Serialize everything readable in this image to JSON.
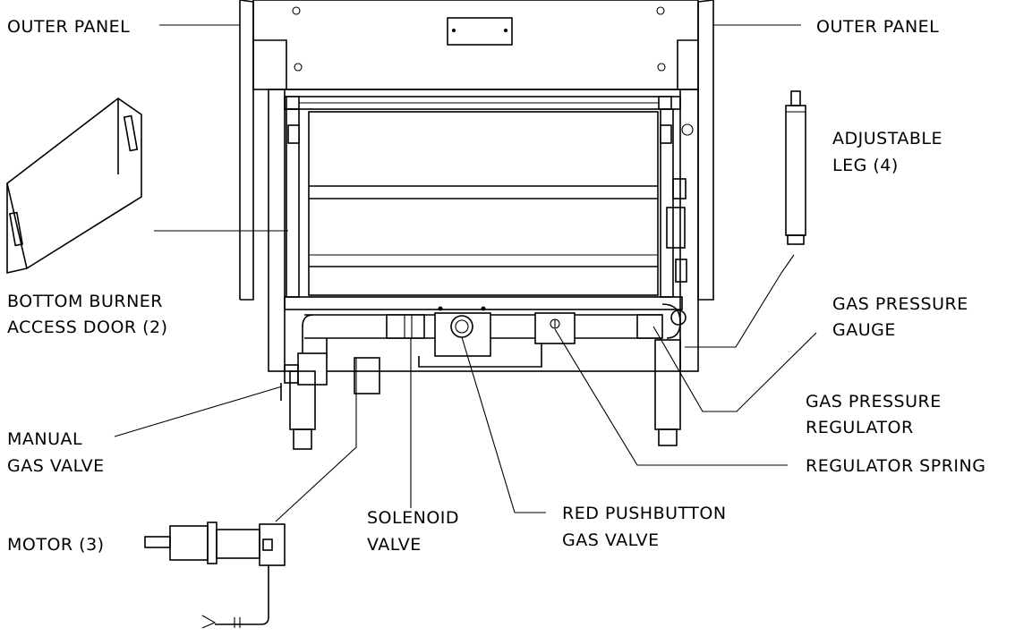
{
  "labels": {
    "outer_panel_left": "OUTER PANEL",
    "outer_panel_right": "OUTER PANEL",
    "adjustable_leg_1": "ADJUSTABLE",
    "adjustable_leg_2": "LEG (4)",
    "bottom_burner_1": "BOTTOM BURNER",
    "bottom_burner_2": "ACCESS DOOR (2)",
    "gas_pressure_gauge_1": "GAS PRESSURE",
    "gas_pressure_gauge_2": "GAUGE",
    "gas_pressure_regulator_1": "GAS PRESSURE",
    "gas_pressure_regulator_2": "REGULATOR",
    "manual_gas_valve_1": "MANUAL",
    "manual_gas_valve_2": "GAS VALVE",
    "regulator_spring": "REGULATOR SPRING",
    "solenoid_valve_1": "SOLENOID",
    "solenoid_valve_2": "VALVE",
    "red_pushbutton_1": "RED PUSHBUTTON",
    "red_pushbutton_2": "GAS VALVE",
    "motor": "MOTOR (3)"
  }
}
